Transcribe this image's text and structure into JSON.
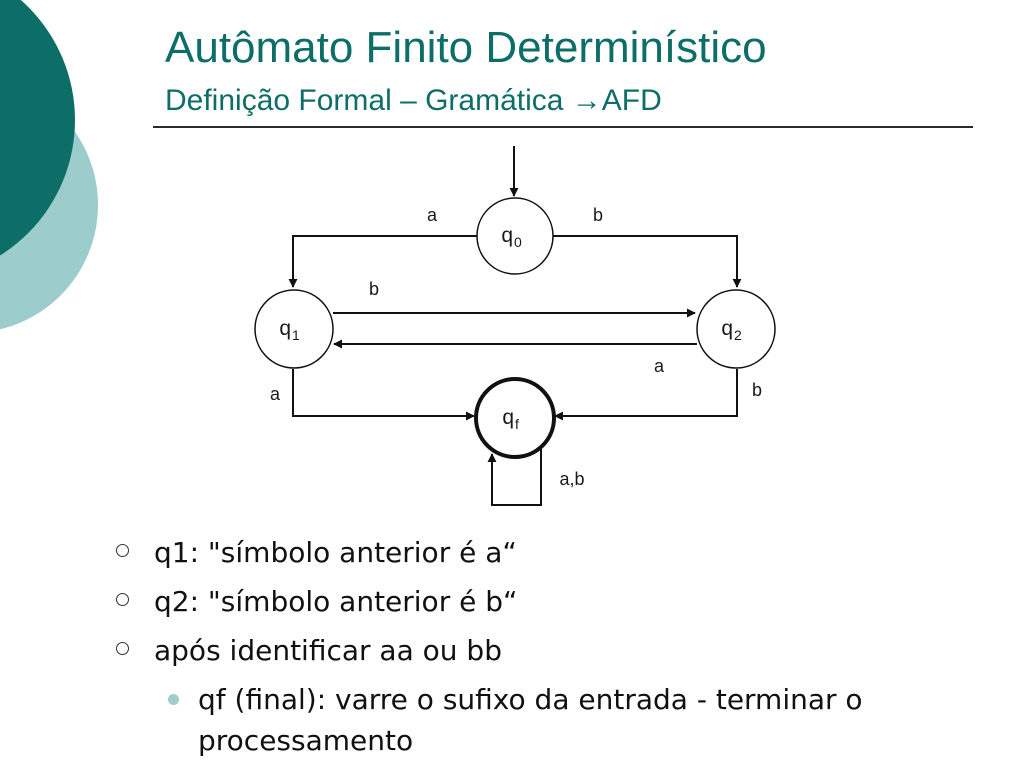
{
  "slide": {
    "title": "Autômato Finito Determinístico",
    "subtitle": "Definição Formal – Gramática →AFD"
  },
  "diagram": {
    "states": {
      "q0": {
        "base": "q",
        "sub": "0"
      },
      "q1": {
        "base": "q",
        "sub": "1"
      },
      "q2": {
        "base": "q",
        "sub": "2"
      },
      "qf": {
        "base": "q",
        "sub": "f"
      }
    },
    "final_state": "qf",
    "transitions": [
      {
        "from": "q0",
        "to": "q1",
        "label": "a"
      },
      {
        "from": "q0",
        "to": "q2",
        "label": "b"
      },
      {
        "from": "q1",
        "to": "q2",
        "label": "b"
      },
      {
        "from": "q2",
        "to": "q1",
        "label": "a"
      },
      {
        "from": "q1",
        "to": "qf",
        "label": "a"
      },
      {
        "from": "q2",
        "to": "qf",
        "label": "b"
      },
      {
        "from": "qf",
        "to": "qf",
        "label": "a,b"
      }
    ]
  },
  "bullets": [
    {
      "text": "q1: \"símbolo anterior é a“"
    },
    {
      "text": "q2: \"símbolo anterior é b“"
    },
    {
      "text": "após identificar aa ou bb",
      "sub": [
        {
          "text": "qf (final): varre o sufixo da entrada - terminar o processamento"
        }
      ]
    }
  ],
  "colors": {
    "title": "#0c6e66",
    "deco_dark": "#0c6e66",
    "deco_light": "#9ccccc",
    "sub_bullet": "#9fcccc"
  }
}
